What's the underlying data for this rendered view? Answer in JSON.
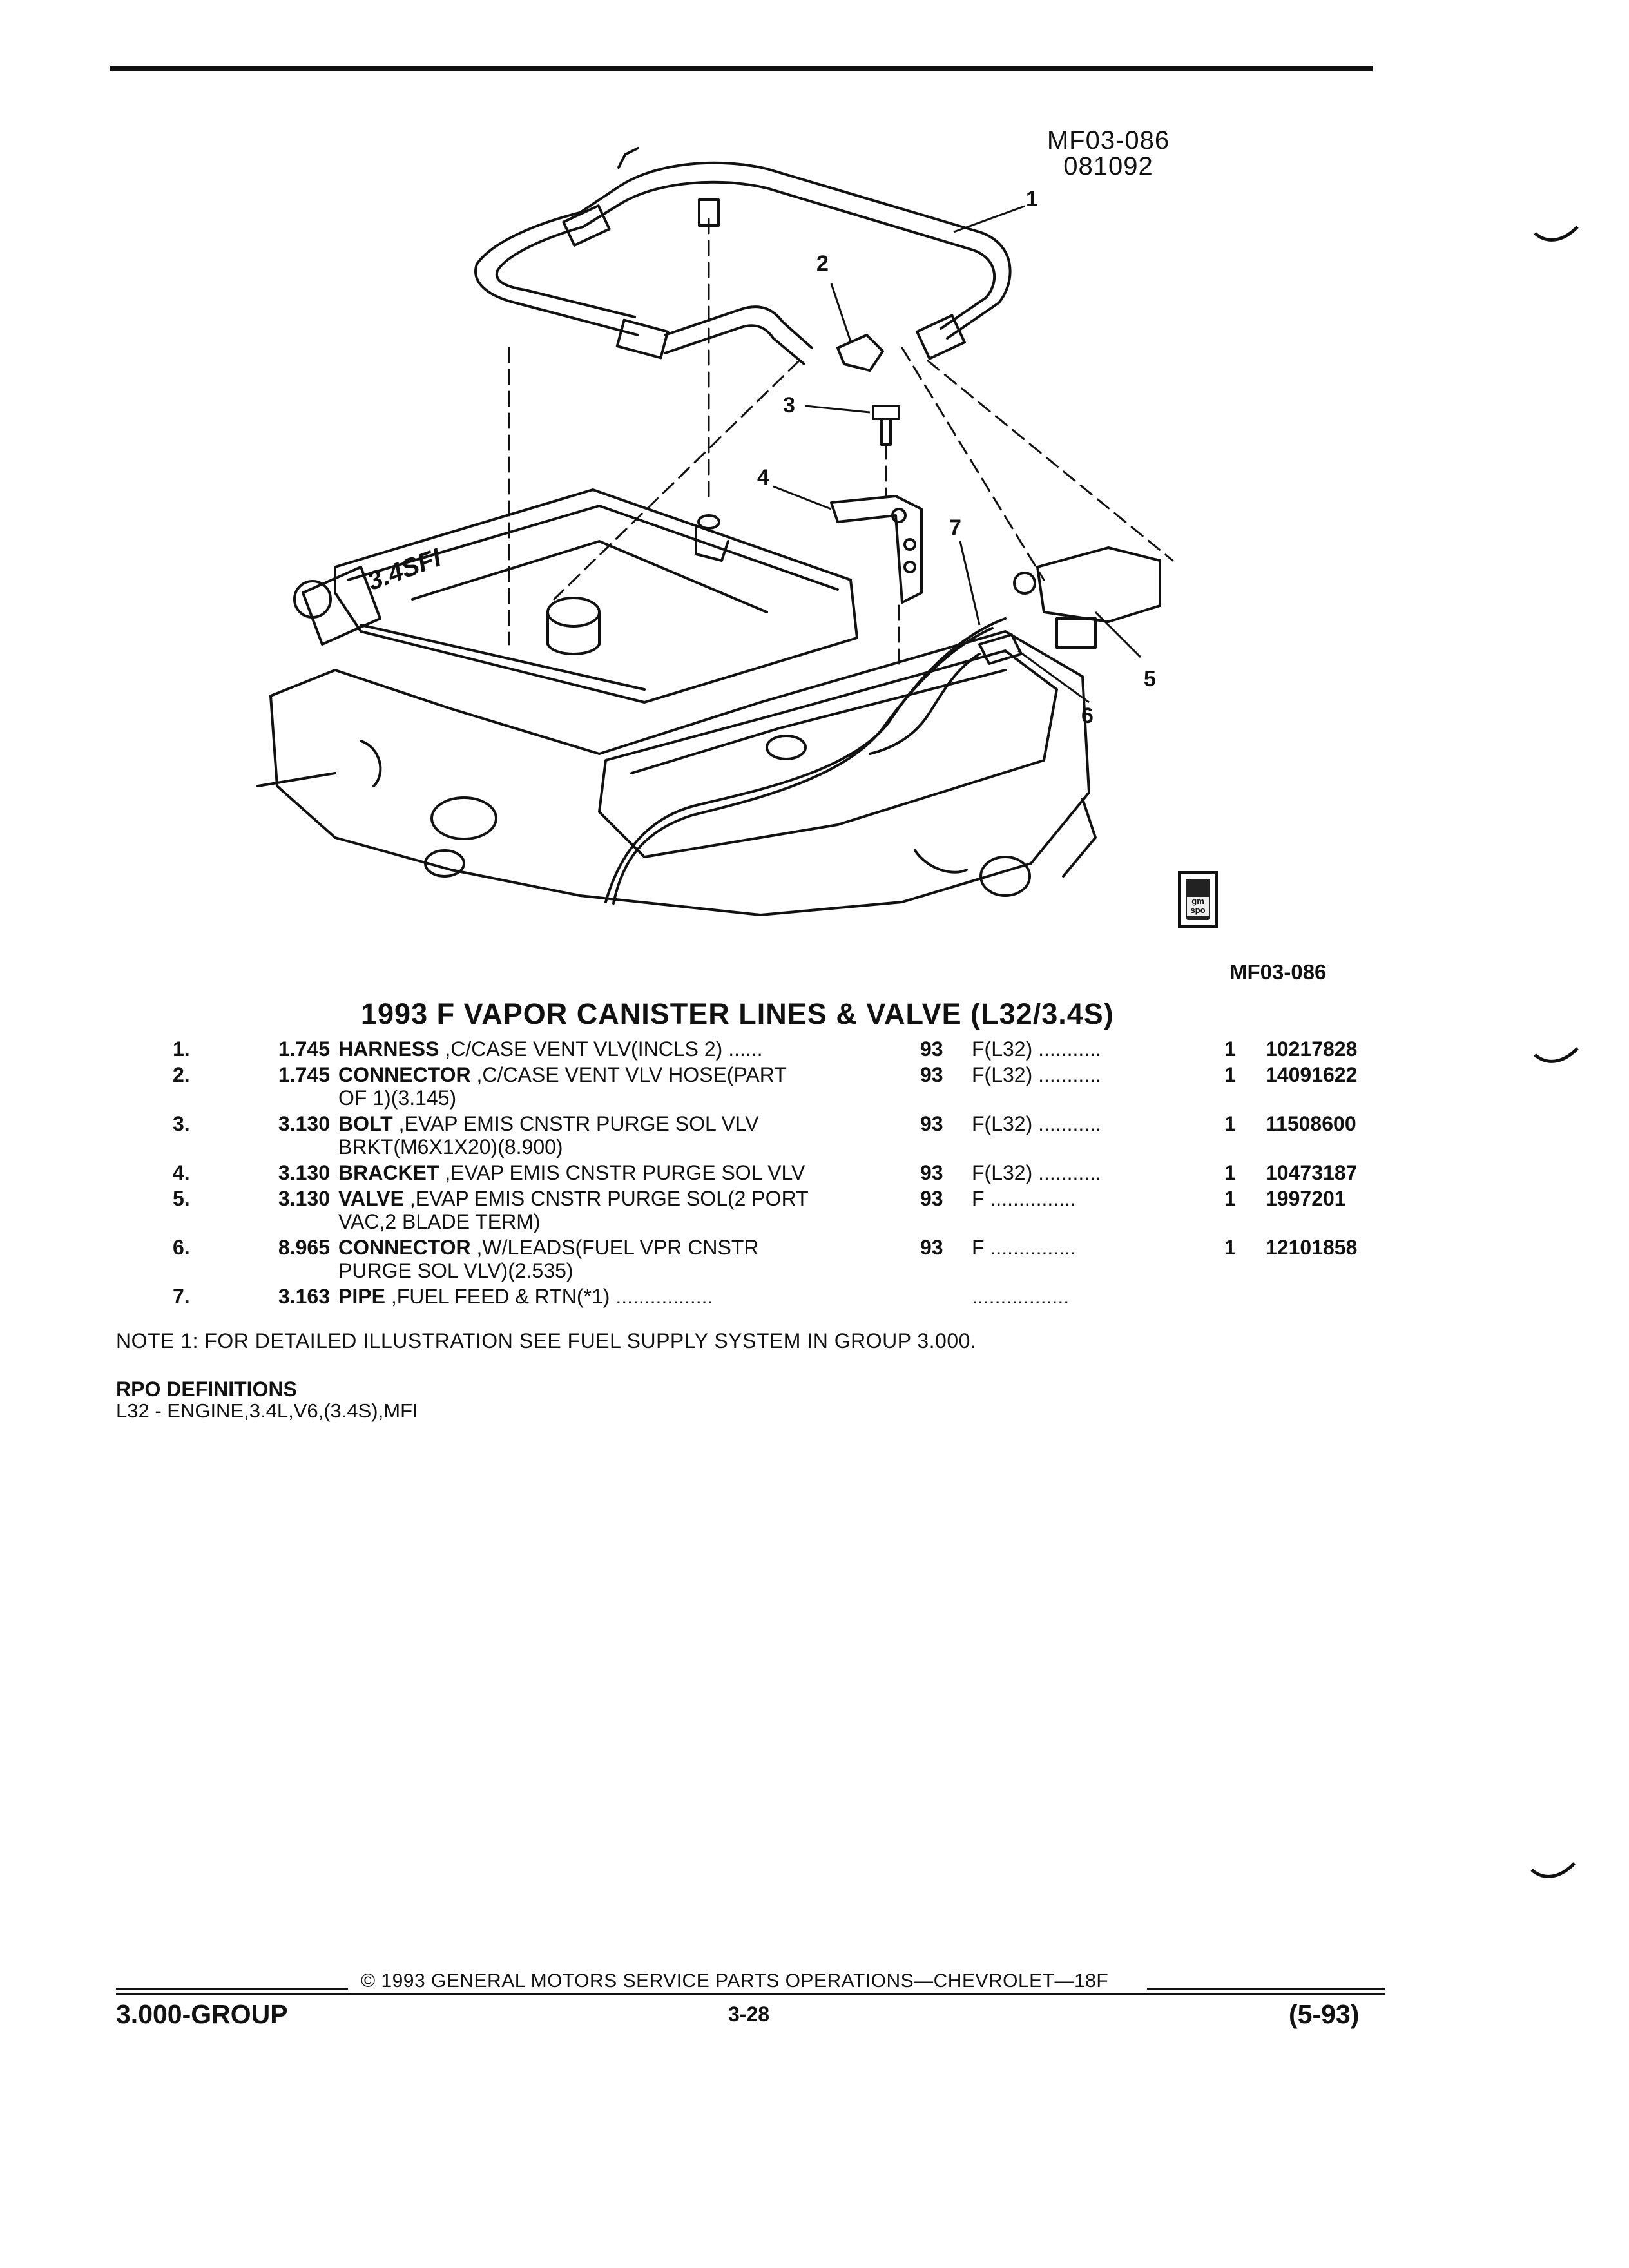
{
  "figure": {
    "code": "MF03-086",
    "date": "081092",
    "ref": "MF03-086",
    "badge": "gm spo"
  },
  "callouts": [
    "1",
    "2",
    "3",
    "4",
    "5",
    "6",
    "7"
  ],
  "title": "1993 F VAPOR CANISTER LINES & VALVE (L32/3.4S)",
  "parts": [
    {
      "num": "1.",
      "group": "1.745",
      "name": "HARNESS",
      "desc": ",C/CASE VENT VLV(INCLS 2) ......",
      "desc2": "",
      "year": "93",
      "model": "F(L32) ...........",
      "qty": "1",
      "part_no": "10217828"
    },
    {
      "num": "2.",
      "group": "1.745",
      "name": "CONNECTOR",
      "desc": ",C/CASE VENT VLV HOSE(PART",
      "desc2": "OF 1)(3.145)",
      "year": "93",
      "model": "F(L32) ...........",
      "qty": "1",
      "part_no": "14091622"
    },
    {
      "num": "3.",
      "group": "3.130",
      "name": "BOLT",
      "desc": ",EVAP EMIS CNSTR PURGE SOL VLV",
      "desc2": "BRKT(M6X1X20)(8.900)",
      "year": "93",
      "model": "F(L32) ...........",
      "qty": "1",
      "part_no": "11508600"
    },
    {
      "num": "4.",
      "group": "3.130",
      "name": "BRACKET",
      "desc": ",EVAP EMIS CNSTR PURGE SOL VLV",
      "desc2": "",
      "year": "93",
      "model": "F(L32) ...........",
      "qty": "1",
      "part_no": "10473187"
    },
    {
      "num": "5.",
      "group": "3.130",
      "name": "VALVE",
      "desc": ",EVAP EMIS CNSTR PURGE SOL(2 PORT",
      "desc2": "VAC,2 BLADE TERM)",
      "year": "93",
      "model": "F ...............",
      "qty": "1",
      "part_no": "1997201"
    },
    {
      "num": "6.",
      "group": "8.965",
      "name": "CONNECTOR",
      "desc": ",W/LEADS(FUEL VPR CNSTR",
      "desc2": "PURGE SOL VLV)(2.535)",
      "year": "93",
      "model": "F ...............",
      "qty": "1",
      "part_no": "12101858"
    },
    {
      "num": "7.",
      "group": "3.163",
      "name": "PIPE",
      "desc": ",FUEL FEED & RTN(*1) .................",
      "desc2": "",
      "year": "",
      "model": ".................",
      "qty": "",
      "part_no": ""
    }
  ],
  "note": "NOTE  1:  FOR DETAILED ILLUSTRATION SEE FUEL SUPPLY SYSTEM IN GROUP 3.000.",
  "rpo": {
    "heading": "RPO DEFINITIONS",
    "l32": "L32 - ENGINE,3.4L,V6,(3.4S),MFI"
  },
  "footer": {
    "copyright": "©  1993  GENERAL MOTORS SERVICE PARTS OPERATIONS—CHEVROLET—18F",
    "group": "3.000-GROUP",
    "page": "3-28",
    "edition": "(5-93)"
  }
}
